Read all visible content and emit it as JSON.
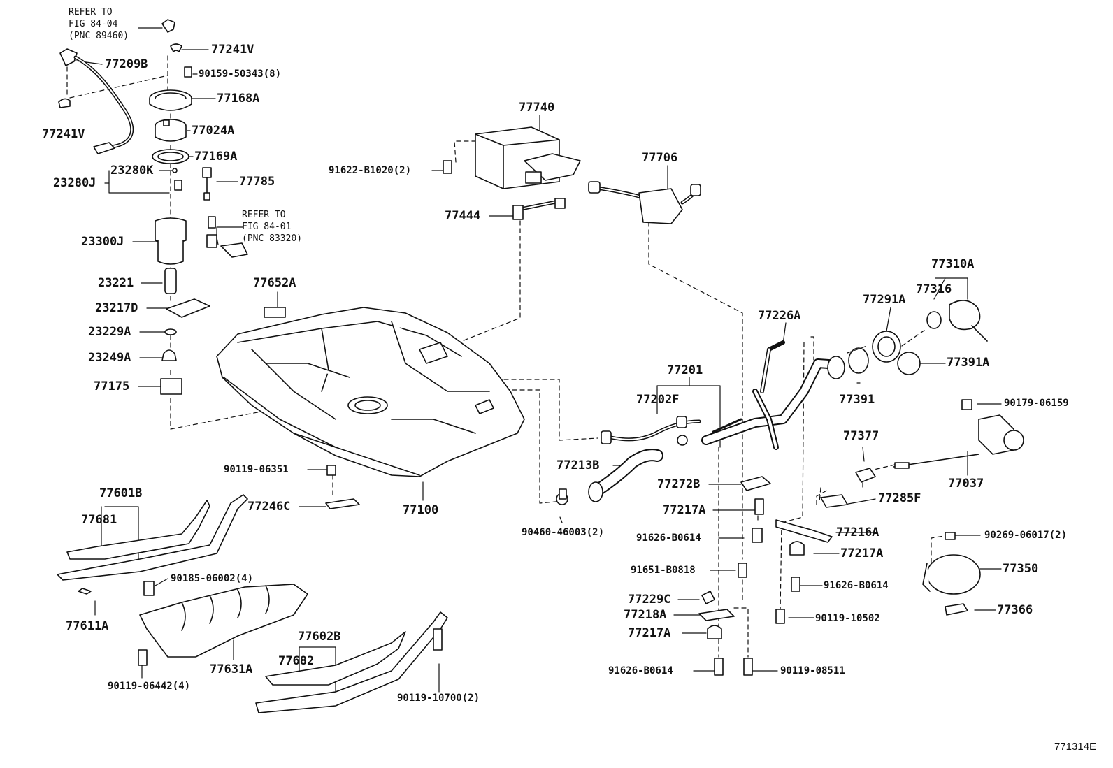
{
  "diagram": {
    "figure_id": "771314E",
    "refs": [
      {
        "text": "REFER TO\nFIG 84-04\n(PNC 89460)"
      },
      {
        "text": "REFER TO\nFIG 84-01\n(PNC 83320)"
      }
    ],
    "parts": [
      "77241V",
      "77209B",
      "90159-50343(8)",
      "77168A",
      "77241V",
      "77024A",
      "77169A",
      "23280K",
      "23280J",
      "77785",
      "23300J",
      "23221",
      "23217D",
      "23229A",
      "23249A",
      "77175",
      "77652A",
      "77740",
      "91622-B1020(2)",
      "77706",
      "77444",
      "77310A",
      "77316",
      "77291A",
      "77226A",
      "77391A",
      "77391",
      "77201",
      "77202F",
      "90179-06159",
      "77377",
      "77213B",
      "77037",
      "90119-06351",
      "77246C",
      "77100",
      "77272B",
      "77285F",
      "77217A",
      "91626-B0614",
      "77216A",
      "90460-46003(2)",
      "90269-06017(2)",
      "77217A",
      "91651-B0818",
      "91626-B0614",
      "77350",
      "77601B",
      "77681",
      "90185-06002(4)",
      "77611A",
      "77631A",
      "90119-06442(4)",
      "77602B",
      "77682",
      "90119-10700(2)",
      "77229C",
      "77218A",
      "77217A",
      "90119-10502",
      "77366",
      "91626-B0614",
      "90119-08511"
    ]
  }
}
